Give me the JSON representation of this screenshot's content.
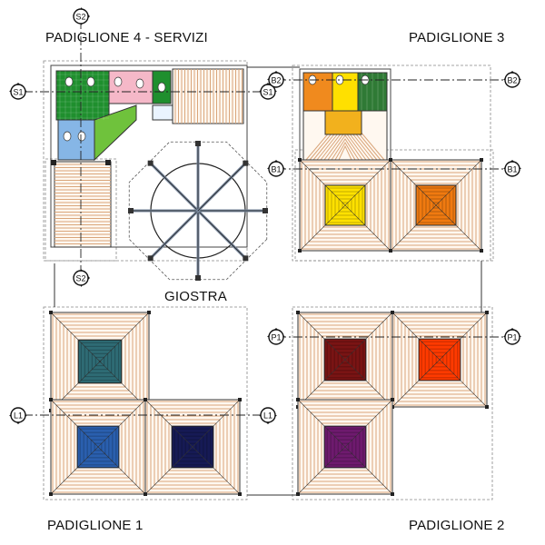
{
  "labels": {
    "pav4": "PADIGLIONE 4 - SERVIZI",
    "pav3": "PADIGLIONE 3",
    "pav1": "PADIGLIONE 1",
    "pav2": "PADIGLIONE 2",
    "carousel": "GIOSTRA"
  },
  "section_markers": {
    "s1": "S1",
    "s2": "S2",
    "b1": "B1",
    "b2": "B2",
    "p1": "P1",
    "l1": "L1"
  },
  "colors": {
    "timber_line": "#d9a57a",
    "pav1_tl": "#2e6b74",
    "pav1_bl": "#2a5fae",
    "pav1_br": "#161a55",
    "pav3_l": "#ffe100",
    "pav3_r": "#f07a10",
    "pav2_tl": "#7a1414",
    "pav2_tr": "#ff3a00",
    "pav2_b": "#6e1a6e",
    "wc_green": "#1f8f2e",
    "wc_pink": "#f5b8c8",
    "wc_blue": "#86b6e6",
    "wc_orange": "#f08a1e",
    "wc_yellow": "#ffe000",
    "wc_darkgreen": "#2f7a35",
    "wc_lightgreen": "#6fc23c"
  }
}
